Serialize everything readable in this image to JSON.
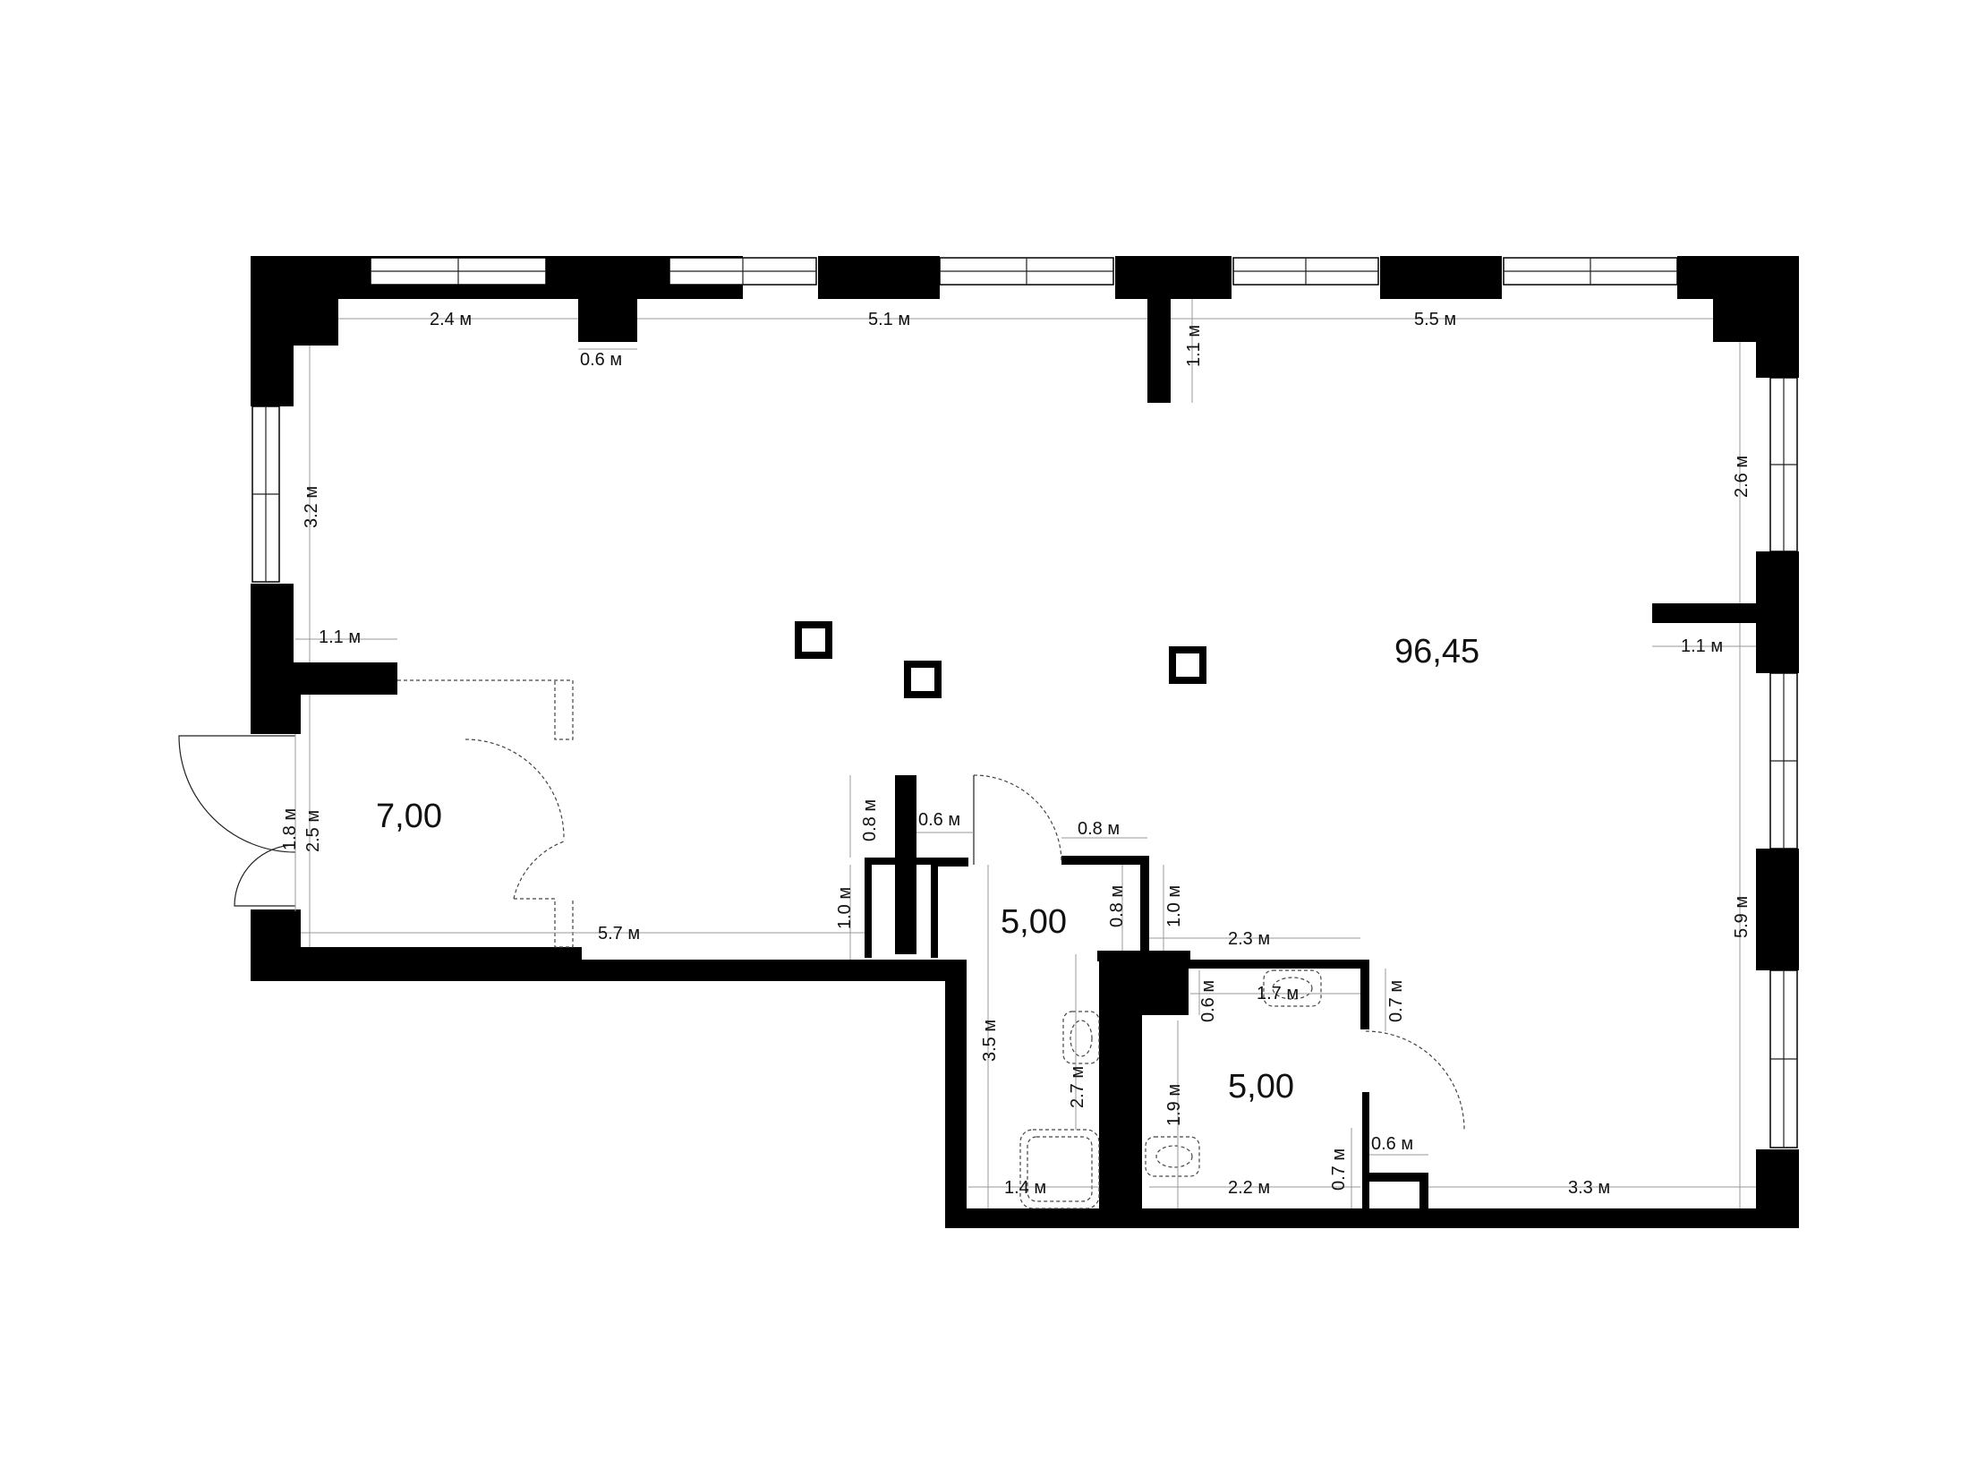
{
  "rooms": {
    "main": "96,45",
    "entrance": "7,00",
    "bath_left": "5,00",
    "bath_right": "5,00"
  },
  "dimensions": {
    "top_left_span": "2.4 м",
    "top_pillar": "0.6 м",
    "top_mid_span": "5.1 м",
    "top_partition": "1.1 м",
    "top_right_span": "5.5 м",
    "left_window": "3.2 м",
    "left_stub": "1.1 м",
    "right_window_upper": "2.6 м",
    "right_stub": "1.1 м",
    "entrance_door": "1.8 м",
    "entrance_height": "2.5 м",
    "bottom_left_span": "5.7 м",
    "pillar_height": "0.8 м",
    "niche_width": "0.6 м",
    "niche_height": "1.0 м",
    "door_gap": "0.8 м",
    "bath_wall_a": "0.8 м",
    "bath_wall_b": "1.0 м",
    "bath_top_span": "2.3 м",
    "bath_left_height": "3.5 м",
    "shower_height": "2.7 м",
    "shower_width": "1.4 м",
    "wc_depth": "0.6 м",
    "sink_width": "1.7 м",
    "door_right": "0.7 м",
    "bath_right_height": "1.9 м",
    "bath_right_width": "2.2 м",
    "stub_height": "0.7 м",
    "stub_width": "0.6 м",
    "bottom_right_span": "3.3 м",
    "right_window_lower": "5.9 м"
  }
}
